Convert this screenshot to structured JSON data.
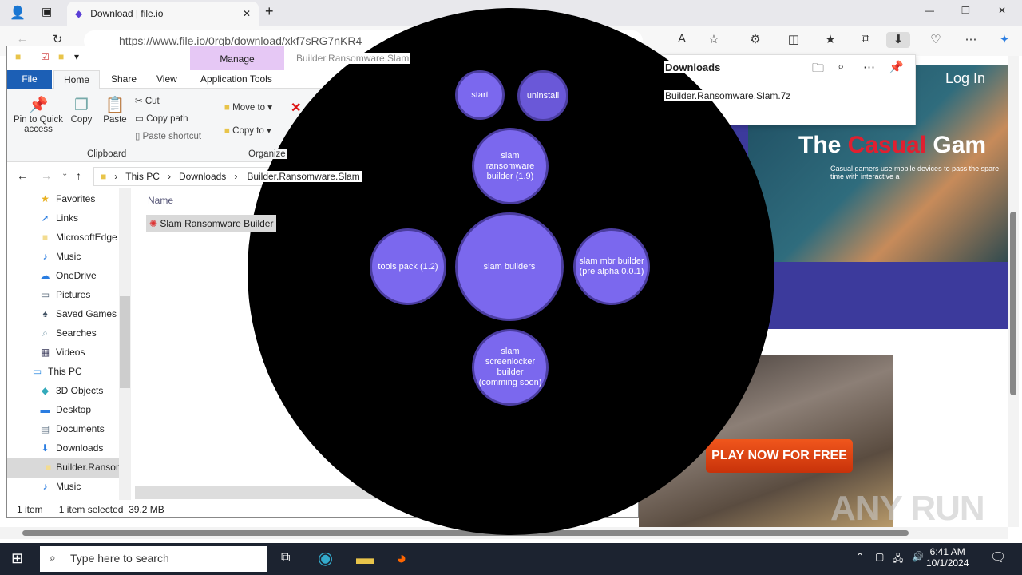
{
  "browser": {
    "tab_title": "Download | file.io",
    "url": "https://www.file.io/0rgb/download/xkf7sRG7nKR4"
  },
  "downloads": {
    "title": "Downloads",
    "file": "Builder.Ransomware.Slam.7z"
  },
  "webpage": {
    "login": "Log In",
    "ad_title_1": "The ",
    "ad_title_2": "Casual",
    "ad_title_3": " Gam",
    "ad_sub": "Casual gamers use mobile devices to pass the spare time with interactive a",
    "play": "PLAY NOW FOR FREE",
    "watermark": "ANY RUN"
  },
  "explorer": {
    "manage": "Manage",
    "window_title": "Builder.Ransomware.Slam",
    "tabs": [
      "File",
      "Home",
      "Share",
      "View",
      "Application Tools"
    ],
    "ribbon": {
      "pin": "Pin to Quick access",
      "copy": "Copy",
      "paste": "Paste",
      "cut": "Cut",
      "copy_path": "Copy path",
      "paste_shortcut": "Paste shortcut",
      "group_clipboard": "Clipboard",
      "move_to": "Move to",
      "copy_to": "Copy to",
      "group_organize": "Organize"
    },
    "breadcrumb": [
      "This PC",
      "Downloads",
      "Builder.Ransomware.Slam"
    ],
    "tree": [
      "Favorites",
      "Links",
      "MicrosoftEdge",
      "Music",
      "OneDrive",
      "Pictures",
      "Saved Games",
      "Searches",
      "Videos",
      "This PC",
      "3D Objects",
      "Desktop",
      "Documents",
      "Downloads",
      "Builder.Ransomware.Slam",
      "Music"
    ],
    "column_name": "Name",
    "file": "Slam Ransomware Builder",
    "status": {
      "count": "1 item",
      "selected": "1 item selected",
      "size": "39.2 MB"
    }
  },
  "app": {
    "buttons": {
      "start": "start",
      "uninstall": "uninstall",
      "ransomware": "slam ransomware builder (1.9)",
      "center": "slam builders",
      "tools": "tools pack (1.2)",
      "mbr": "slam mbr builder (pre alpha 0.0.1)",
      "screenlocker": "slam screenlocker builder (comming soon)"
    },
    "accent": "#7b68ee"
  },
  "taskbar": {
    "search_placeholder": "Type here to search",
    "time": "6:41 AM",
    "date": "10/1/2024"
  }
}
